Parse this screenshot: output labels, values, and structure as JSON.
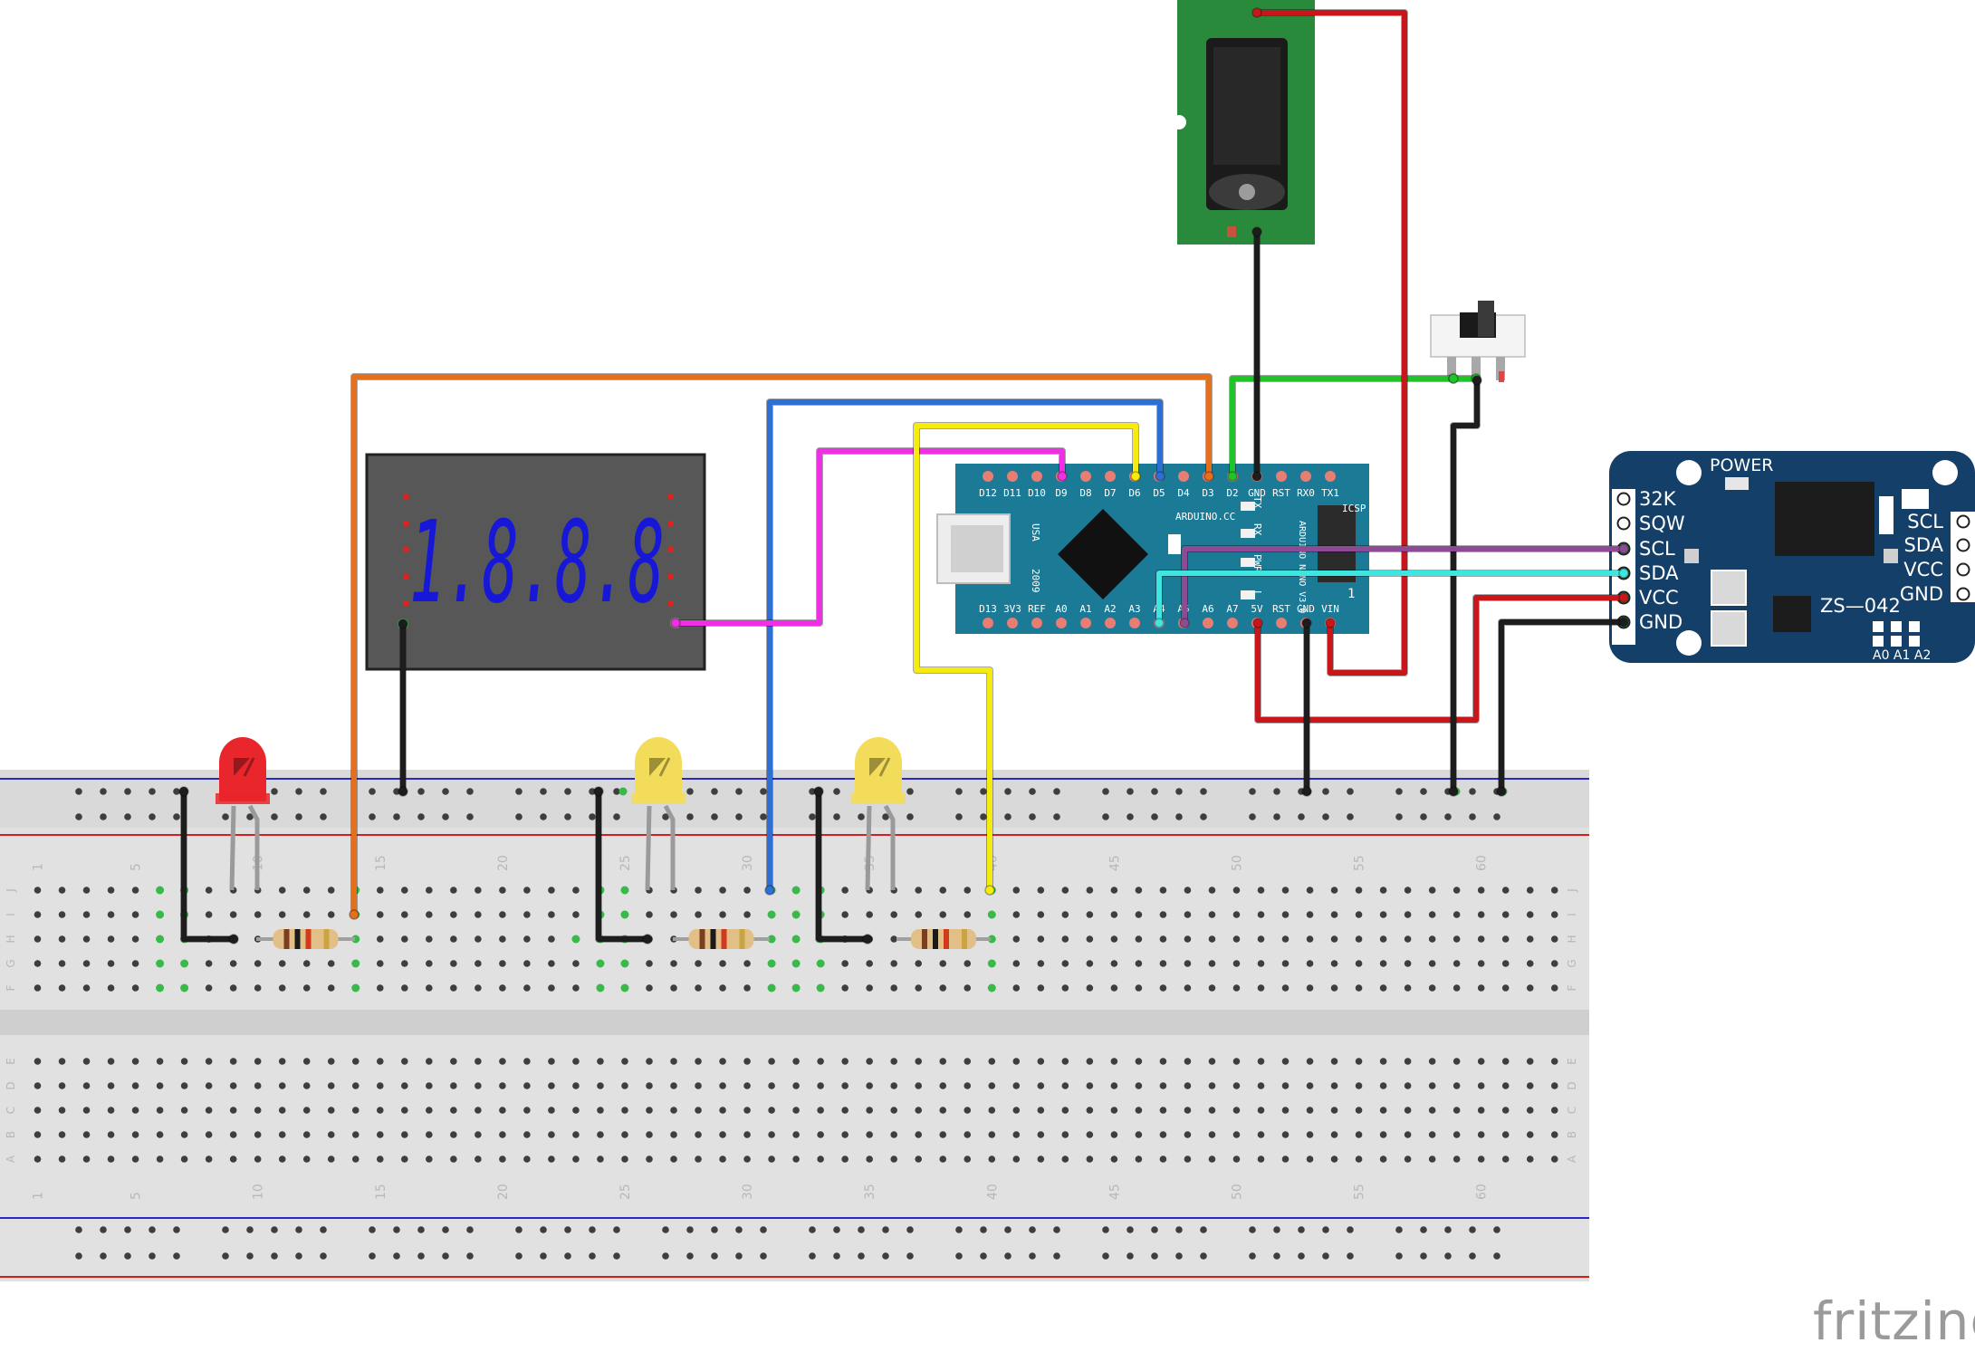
{
  "watermark": "fritzing",
  "display": {
    "digits": "1.8.8.8"
  },
  "nano": {
    "top_pins": [
      "D12",
      "D11",
      "D10",
      "D9",
      "D8",
      "D7",
      "D6",
      "D5",
      "D4",
      "D3",
      "D2",
      "GND",
      "RST",
      "RX0",
      "TX1"
    ],
    "bottom_pins": [
      "D13",
      "3V3",
      "REF",
      "A0",
      "A1",
      "A2",
      "A3",
      "A4",
      "A5",
      "A6",
      "A7",
      "5V",
      "RST",
      "GND",
      "VIN"
    ],
    "labels": {
      "brand": "ARDUINO.CC",
      "usa": "USA",
      "year": "2009",
      "tx": "TX",
      "rx": "RX",
      "icsp": "ICSP",
      "name": "ARDUINO NANO V3.0",
      "pwr": "PWR",
      "l": "L",
      "one": "1"
    }
  },
  "rtc": {
    "power_label": "POWER",
    "model": "ZS—042",
    "left_pins": [
      "32K",
      "SQW",
      "SCL",
      "SDA",
      "VCC",
      "GND"
    ],
    "right_pins": [
      "SCL",
      "SDA",
      "VCC",
      "GND"
    ],
    "addr": "A0 A1 A2"
  },
  "breadboard": {
    "column_numbers": [
      "1",
      "5",
      "10",
      "15",
      "20",
      "25",
      "30",
      "35",
      "40",
      "45",
      "50",
      "55",
      "60"
    ],
    "upper_rows": [
      "J",
      "I",
      "H",
      "G",
      "F"
    ],
    "lower_rows": [
      "E",
      "D",
      "C",
      "B",
      "A"
    ]
  },
  "components": {
    "leds": [
      {
        "color": "red",
        "hex": "#e8262b"
      },
      {
        "color": "yellow",
        "hex": "#f2dc5a"
      },
      {
        "color": "yellow",
        "hex": "#f2dc5a"
      }
    ],
    "wire_colors": {
      "orange": "#e46f1d",
      "blue": "#2e6fd6",
      "magenta": "#ee2fe4",
      "yellow": "#f5ec0d",
      "green": "#1fc429",
      "black": "#1d1d1d",
      "red": "#c7171b",
      "purple": "#8e4b95",
      "cyan": "#3fe6e0"
    }
  }
}
